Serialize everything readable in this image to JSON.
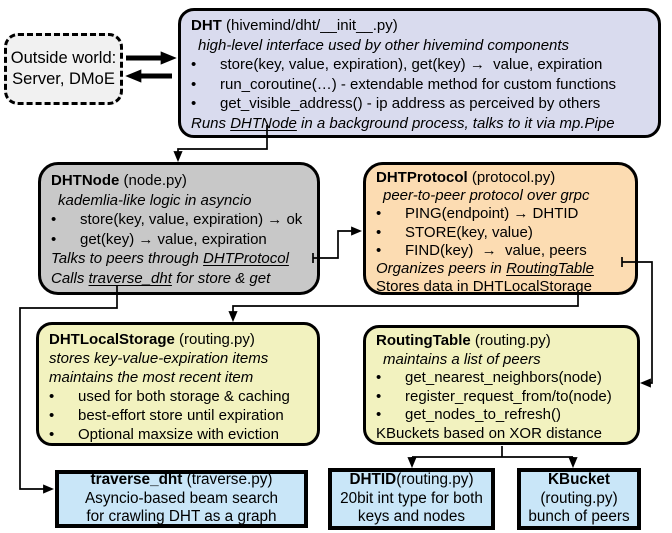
{
  "glyphs": {
    "bullet": "•"
  },
  "colors": {
    "canvas-bg": "#ffffff",
    "line": "#000000",
    "text": "#000000",
    "outside-fill": "#f1f1f1",
    "dht-fill": "#d9dbee",
    "node-fill": "#c8c8c8",
    "protocol-fill": "#fcdcb2",
    "storage-fill": "#f2f2bf",
    "leaf-fill": "#c9e6f8"
  },
  "boxes": {
    "outside": {
      "line1": "Outside world:",
      "line2": "Server, DMoE"
    },
    "dht": {
      "title": "DHT",
      "file": " (hivemind/dht/__init__.py)",
      "subtitle": "high-level interface used by other hivemind components",
      "b1": "store(key, value, expiration), get(key) →  value, expiration",
      "b2": "run_coroutine(…) - extendable method for custom functions",
      "b3": "get_visible_address() - ip address as perceived by others",
      "note_pre": "Runs ",
      "note_link": "DHTNode",
      "note_post": " in a background process, talks to it via mp.Pipe"
    },
    "dhtnode": {
      "title": "DHTNode",
      "file": " (node.py)",
      "subtitle": "kademlia-like logic in asyncio",
      "b1": "store(key, value, expiration) → ok",
      "b2": "get(key) → value, expiration",
      "note1_pre": "Talks to peers through ",
      "note1_link": "DHTProtocol",
      "note2_pre": "Calls ",
      "note2_link": "traverse_dht",
      "note2_post": " for store & get"
    },
    "dhtprotocol": {
      "title": "DHTProtocol",
      "file": " (protocol.py)",
      "subtitle": "peer-to-peer protocol over grpc",
      "b1": "PING(endpoint) → DHTID",
      "b2": "STORE(key, value)",
      "b3": "FIND(key)  →  value, peers",
      "note1_pre": "Organizes peers in ",
      "note1_link": "RoutingTable",
      "note2_pre": "Stores data in DHT",
      "note2_link": "LocalStorage"
    },
    "localstorage": {
      "title": "DHTLocalStorage",
      "file": " (routing.py)",
      "sub1": "stores key-value-expiration items",
      "sub2": "maintains the most recent item",
      "b1": "used for both storage & caching",
      "b2": "best-effort store until expiration",
      "b3": "Optional maxsize with eviction"
    },
    "routingtable": {
      "title": "RoutingTable",
      "file": " (routing.py)",
      "subtitle": "maintains a list of peers",
      "b1": "get_nearest_neighbors(node)",
      "b2": "register_request_from/to(node)",
      "b3": "get_nodes_to_refresh()",
      "note": "KBuckets based on XOR distance"
    },
    "traverse": {
      "title": "traverse_dht",
      "file": " (traverse.py)",
      "line2": "Asyncio-based beam search",
      "line3": "for crawling DHT as a graph"
    },
    "dhtid": {
      "title": "DHTID",
      "file": "(routing.py)",
      "line2": "20bit int type for both",
      "line3": "keys and nodes"
    },
    "kbucket": {
      "title": "KBucket",
      "file": "(routing.py)",
      "line3": "bunch of peers"
    }
  }
}
